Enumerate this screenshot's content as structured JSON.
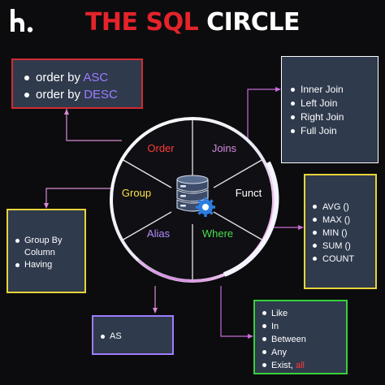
{
  "title": {
    "part1": "THE SQL",
    "part2": "CIRCLE"
  },
  "icons": {
    "logo": "brand-logo",
    "center": "database-gear-icon"
  },
  "colors": {
    "red": "#e4232b",
    "purple": "#9d7dff",
    "yellow": "#ffe34d",
    "green": "#36d03a",
    "box_bg": "#2f3a4d"
  },
  "wheel": {
    "order": "Order",
    "joins": "Joins",
    "group": "Group",
    "funct": "Funct",
    "alias": "Alias",
    "where": "Where"
  },
  "order_box": {
    "items": [
      {
        "text": "order by ",
        "hl": "ASC"
      },
      {
        "text": "order by ",
        "hl": "DESC"
      }
    ]
  },
  "joins_box": {
    "items": [
      "Inner Join",
      "Left Join",
      "Right Join",
      "Full Join"
    ]
  },
  "funct_box": {
    "items": [
      "AVG ()",
      "MAX ()",
      "MIN ()",
      "SUM ()",
      "COUNT"
    ]
  },
  "group_box": {
    "items": [
      "Group By Column",
      "Having"
    ]
  },
  "alias_box": {
    "items": [
      "AS"
    ]
  },
  "where_box": {
    "items": [
      "Like",
      "In",
      "Between",
      "Any"
    ],
    "last": {
      "text": "Exist, ",
      "hl": "all"
    }
  }
}
